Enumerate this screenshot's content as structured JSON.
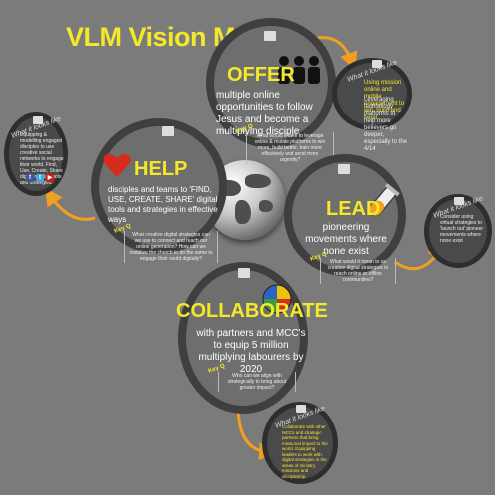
{
  "title": "VLM Vision Map",
  "offer": {
    "title": "OFFER",
    "description": "multiple online opportunities to follow Jesus and become a multiplying disciple",
    "key_label": "Key Q",
    "key_question": "What would it take to leverage online & mobile platforms to win more, build better, train more effectively and send more urgently?",
    "looks_like_label": "What it looks like",
    "bullets": [
      "Using mission online and mobile engagement to win, build and send",
      "Leveraging technology platforms to help more believers go deeper, especially to the 4/14"
    ]
  },
  "help": {
    "title": "HELP",
    "description": "disciples and teams to 'FIND, USE, CREATE, SHARE' digital tools and strategies in effective ways",
    "key_label": "Key Q",
    "key_question": "What creative digital strategies can we use to connect and reach our online generation? How can we mobilize the church to do the same to engage their world digitally?",
    "looks_like_label": "What it looks like",
    "bullets": [
      "Equipping & modelling engaged disciples to use creative social networks to engage their world. Find, Use, Create, Share digital media, tools and strategies."
    ],
    "social_icons": [
      "f",
      "t",
      "yt"
    ]
  },
  "lead": {
    "title": "LEAD",
    "description": "pioneering movements where none exist",
    "key_label": "Key Q",
    "key_question": "What would it mean to us creative digital strategies to reach online or offline communities?",
    "looks_like_label": "What it looks like",
    "bullets": [
      "Consider using virtual strategies to 'launch out' pioneer movements where none exist"
    ]
  },
  "collaborate": {
    "title": "COLLABORATE",
    "description": "with partners and MCC's to equip 5 million multiplying labourers by 2020",
    "key_label": "Key Q",
    "key_question": "Who can we align with strategically to bring about greater impact?",
    "looks_like_label": "What it looks like",
    "bullets": [
      "Collaborate with other MCCs and strategic partners that bring missional impact to the world. Equipping leaders to work with digital strategies in the areas of ministry, missions and discipleship."
    ]
  },
  "colors": {
    "background": "#7b7b7b",
    "accent_yellow": "#f4e82b",
    "arrow_orange": "#f0a020",
    "heart_red": "#d62a1a"
  },
  "icons": {
    "offer": "people-icon",
    "help": "heart-icon",
    "lead": "test-tube-icon",
    "collaborate": "colorful-ball-icon",
    "center": "globe-icon"
  }
}
